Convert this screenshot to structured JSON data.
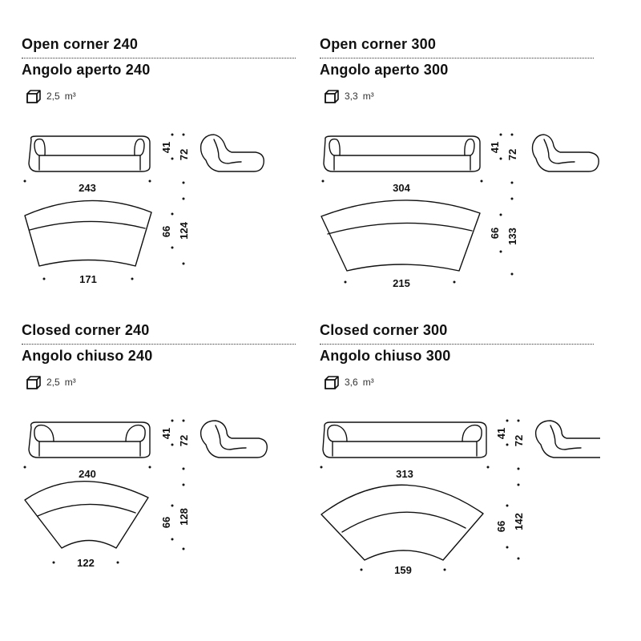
{
  "panels": [
    {
      "title_en": "Open corner 240",
      "title_it": "Angolo aperto 240",
      "volume_value": "2,5",
      "volume_unit": "m³",
      "dims": {
        "front_width": "243",
        "seat_height": "41",
        "total_height": "72",
        "seat_depth": "66",
        "total_depth": "124",
        "back_width": "171"
      }
    },
    {
      "title_en": "Open corner 300",
      "title_it": "Angolo aperto 300",
      "volume_value": "3,3",
      "volume_unit": "m³",
      "dims": {
        "front_width": "304",
        "seat_height": "41",
        "total_height": "72",
        "seat_depth": "66",
        "total_depth": "133",
        "back_width": "215"
      }
    },
    {
      "title_en": "Closed corner 240",
      "title_it": "Angolo chiuso 240",
      "volume_value": "2,5",
      "volume_unit": "m³",
      "dims": {
        "front_width": "240",
        "seat_height": "41",
        "total_height": "72",
        "seat_depth": "66",
        "total_depth": "128",
        "back_width": "122"
      }
    },
    {
      "title_en": "Closed corner 300",
      "title_it": "Angolo chiuso 300",
      "volume_value": "3,6",
      "volume_unit": "m³",
      "dims": {
        "front_width": "313",
        "seat_height": "41",
        "total_height": "72",
        "seat_depth": "66",
        "total_depth": "142",
        "back_width": "159"
      }
    }
  ],
  "colors": {
    "line": "#111111",
    "text": "#111111",
    "rule": "#333333"
  }
}
